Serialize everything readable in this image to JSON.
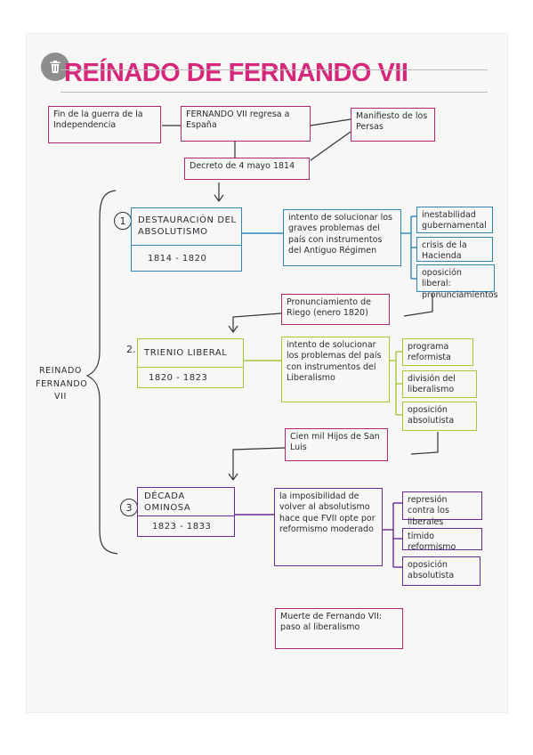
{
  "title": "REÍNADO DE FERNANDO VII",
  "top": {
    "fin_guerra": "Fin de la guerra de la Independencia",
    "regreso": "FERNANDO VII regresa a España",
    "manifiesto": "Manifiesto de los Persas",
    "decreto": "Decreto de 4 mayo 1814"
  },
  "side_label": {
    "line1": "REINADO",
    "line2": "FERNANDO",
    "line3": "VII"
  },
  "periods": [
    {
      "number": "1",
      "name": "DESTAURACIÓN DEL ABSOLUTISMO",
      "dates": "1814 - 1820",
      "description": "intento de solucionar los graves problemas del país con instrumentos del Antiguo Régimen",
      "effects": [
        "inestabilidad gubernamental",
        "crisis de la Hacienda",
        "oposición liberal: pronunciamientos"
      ]
    },
    {
      "number": "2.",
      "name": "TRIENIO LIBERAL",
      "dates": "1820 - 1823",
      "description": "intento de solucionar los problemas del país con instrumentos del Liberalismo",
      "effects": [
        "programa reformista",
        "división del liberalismo",
        "oposición absolutista"
      ]
    },
    {
      "number": "3",
      "name": "DÉCADA OMINOSA",
      "dates": "1823 - 1833",
      "description": "la imposibilidad de volver al absolutismo hace que FVII opte por reformismo moderado",
      "effects": [
        "represión contra los liberales",
        "tímido reformismo",
        "oposición absolutista"
      ]
    }
  ],
  "transitions": {
    "pronunciamiento": "Pronunciamiento de Riego (enero 1820)",
    "cien_mil": "Cien mil Hijos de San Luis"
  },
  "final": "Muerte de Fernando VII: paso al liberalismo",
  "colors": {
    "title": "#d5287a",
    "pink": "#b02670",
    "blue": "#2d86b8",
    "green": "#a7c83d",
    "purple": "#6a2a93"
  }
}
